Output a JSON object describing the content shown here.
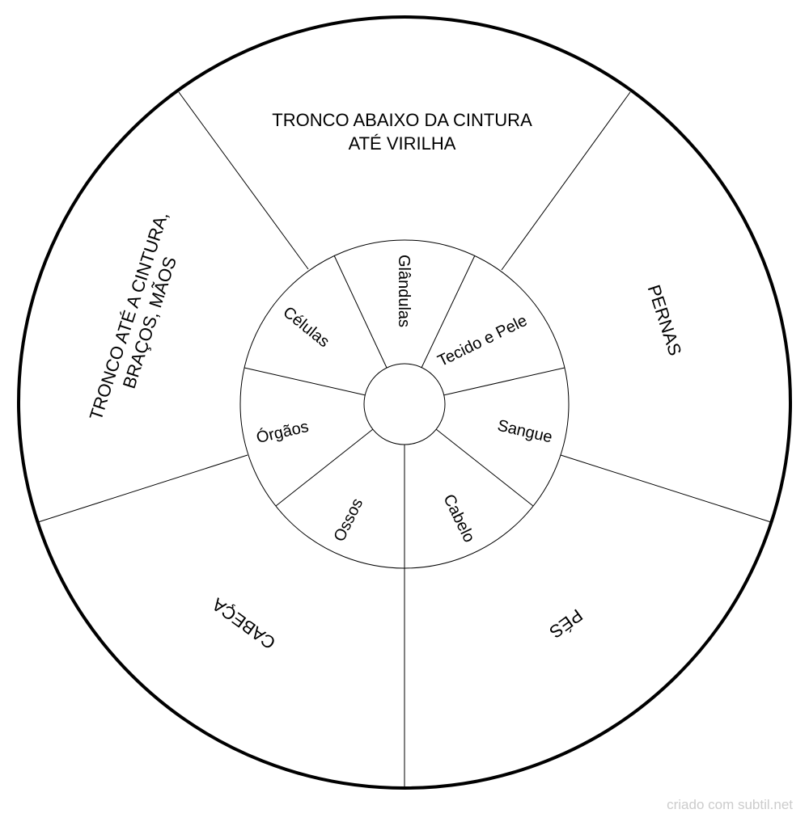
{
  "colors": {
    "stroke": "#000000",
    "background": "#ffffff",
    "watermark": "#cccccc"
  },
  "outer_ring": {
    "segments": [
      {
        "id": "tronco-abaixo",
        "lines": [
          "TRONCO ABAIXO DA CINTURA",
          "ATÉ VIRILHA"
        ]
      },
      {
        "id": "pernas",
        "lines": [
          "PERNAS"
        ]
      },
      {
        "id": "pes",
        "lines": [
          "PÉS"
        ]
      },
      {
        "id": "cabeca",
        "lines": [
          "CABEÇA"
        ]
      },
      {
        "id": "tronco-cintura",
        "lines": [
          "TRONCO ATÉ A CINTURA,",
          "BRAÇOS, MÃOS"
        ]
      }
    ]
  },
  "inner_ring": {
    "segments": [
      {
        "id": "glandulas",
        "label": "Glândulas"
      },
      {
        "id": "tecido-pele",
        "label": "Tecido e Pele"
      },
      {
        "id": "sangue",
        "label": "Sangue"
      },
      {
        "id": "cabelo",
        "label": "Cabelo"
      },
      {
        "id": "ossos",
        "label": "Ossos"
      },
      {
        "id": "orgaos",
        "label": "Órgãos"
      },
      {
        "id": "celulas",
        "label": "Células"
      }
    ]
  },
  "watermark": "criado com subtil.net"
}
